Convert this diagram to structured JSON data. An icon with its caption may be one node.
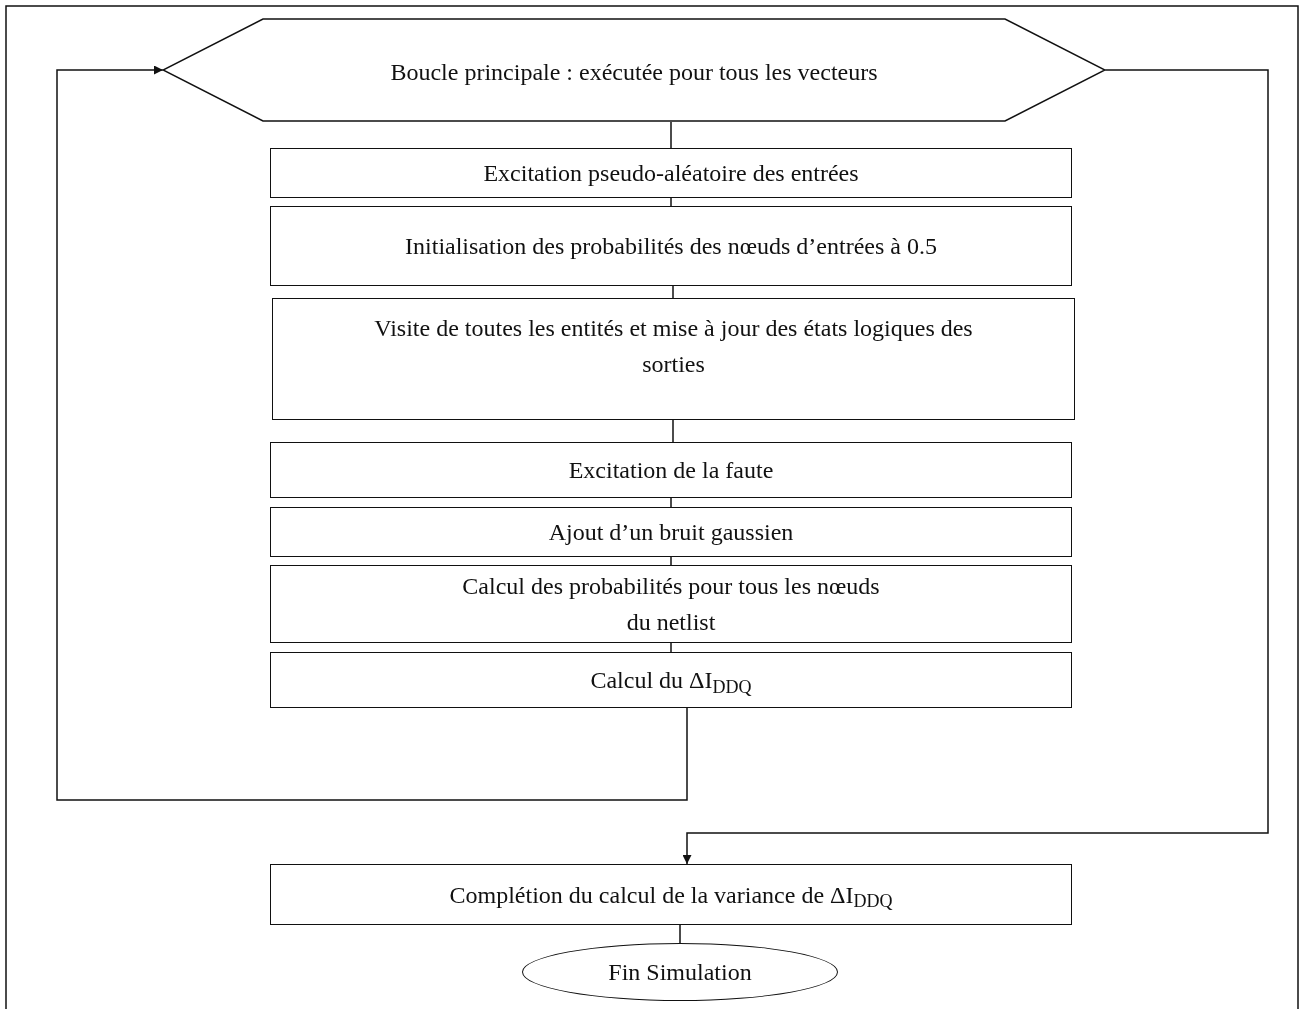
{
  "diagram": {
    "nodes": [
      {
        "text": [
          "Boucle principale : exécutée pour tous les vecteurs"
        ]
      },
      {
        "text": [
          "Excitation pseudo-aléatoire des entrées"
        ]
      },
      {
        "text": [
          "Initialisation des probabilités des nœuds d’entrées à 0.5"
        ]
      },
      {
        "text": [
          "Visite de toutes les entités et mise à jour des états logiques des sorties"
        ]
      },
      {
        "text": [
          "Excitation de la faute"
        ]
      },
      {
        "text": [
          "Ajout d’un bruit gaussien"
        ]
      },
      {
        "text": [
          "Calcul des probabilités pour tous les nœuds du netlist"
        ]
      },
      {
        "text": [
          "Calcul du ΔI$_{DDQ}$"
        ]
      },
      {
        "text": [
          "Complétion du calcul de la variance de ΔI$_{DDQ}$"
        ]
      },
      {
        "text": [
          "Fin Simulation"
        ]
      }
    ],
    "edges": [
      {
        "from": 0,
        "to": 1,
        "arrow": "none"
      },
      {
        "from": 1,
        "to": 2,
        "arrow": "none"
      },
      {
        "from": 2,
        "to": 3,
        "arrow": "none"
      },
      {
        "from": 3,
        "to": 4,
        "arrow": "none"
      },
      {
        "from": 4,
        "to": 5,
        "arrow": "none"
      },
      {
        "from": 5,
        "to": 6,
        "arrow": "none"
      },
      {
        "from": 6,
        "to": 7,
        "arrow": "none"
      },
      {
        "from": 7,
        "to": 0,
        "arrow": "to"
      },
      {
        "from": 0,
        "to": 8,
        "arrow": "to"
      },
      {
        "from": 8,
        "to": 9,
        "arrow": "none"
      }
    ]
  }
}
